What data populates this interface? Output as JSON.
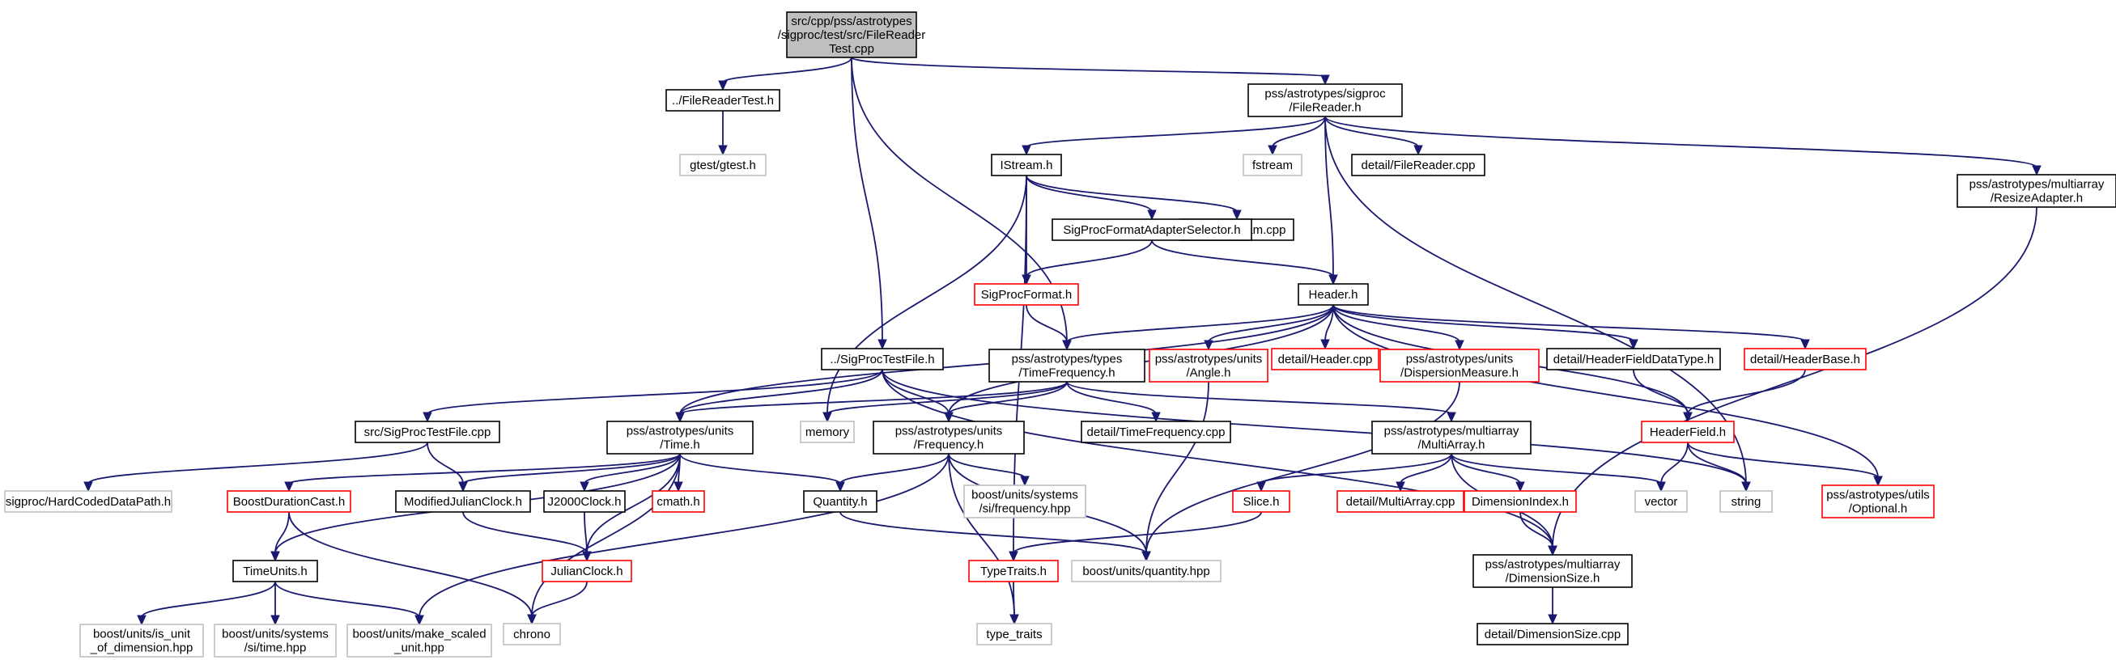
{
  "graph": {
    "type": "include-dependency-graph",
    "colors": {
      "edge": "#191970",
      "focus_fill": "#bfbfbf",
      "focus_border": "#000000",
      "documented_border": "#000000",
      "truncated_border": "#ff0000",
      "external_border": "#bfbfbf",
      "node_fill": "#ffffff"
    },
    "nodes": [
      {
        "id": "root",
        "lines": [
          "src/cpp/pss/astrotypes",
          "/sigproc/test/src/FileReader",
          "Test.cpp"
        ],
        "style": "focus"
      },
      {
        "id": "frtest_h",
        "lines": [
          "../FileReaderTest.h"
        ],
        "style": "normal"
      },
      {
        "id": "gtest",
        "lines": [
          "gtest/gtest.h"
        ],
        "style": "external"
      },
      {
        "id": "filereader_h",
        "lines": [
          "pss/astrotypes/sigproc",
          "/FileReader.h"
        ],
        "style": "normal"
      },
      {
        "id": "fstream",
        "lines": [
          "fstream"
        ],
        "style": "external"
      },
      {
        "id": "fr_cpp",
        "lines": [
          "detail/FileReader.cpp"
        ],
        "style": "normal"
      },
      {
        "id": "resize",
        "lines": [
          "pss/astrotypes/multiarray",
          "/ResizeAdapter.h"
        ],
        "style": "normal"
      },
      {
        "id": "istream",
        "lines": [
          "IStream.h"
        ],
        "style": "normal"
      },
      {
        "id": "istream_cpp",
        "lines": [
          "detail/IStream.cpp"
        ],
        "style": "normal"
      },
      {
        "id": "spfas",
        "lines": [
          "SigProcFormatAdapterSelector.h"
        ],
        "style": "normal"
      },
      {
        "id": "spformat",
        "lines": [
          "SigProcFormat.h"
        ],
        "style": "truncated"
      },
      {
        "id": "header_h",
        "lines": [
          "Header.h"
        ],
        "style": "normal"
      },
      {
        "id": "sptestfile_h",
        "lines": [
          "../SigProcTestFile.h"
        ],
        "style": "normal"
      },
      {
        "id": "timefreq_h",
        "lines": [
          "pss/astrotypes/types",
          "/TimeFrequency.h"
        ],
        "style": "normal"
      },
      {
        "id": "angle",
        "lines": [
          "pss/astrotypes/units",
          "/Angle.h"
        ],
        "style": "truncated"
      },
      {
        "id": "header_cpp",
        "lines": [
          "detail/Header.cpp"
        ],
        "style": "truncated"
      },
      {
        "id": "dm",
        "lines": [
          "pss/astrotypes/units",
          "/DispersionMeasure.h"
        ],
        "style": "truncated"
      },
      {
        "id": "hfdt",
        "lines": [
          "detail/HeaderFieldDataType.h"
        ],
        "style": "normal"
      },
      {
        "id": "hbase",
        "lines": [
          "detail/HeaderBase.h"
        ],
        "style": "truncated"
      },
      {
        "id": "sptestfile_cpp",
        "lines": [
          "src/SigProcTestFile.cpp"
        ],
        "style": "normal"
      },
      {
        "id": "time_h",
        "lines": [
          "pss/astrotypes/units",
          "/Time.h"
        ],
        "style": "normal"
      },
      {
        "id": "memory",
        "lines": [
          "memory"
        ],
        "style": "external"
      },
      {
        "id": "freq_h",
        "lines": [
          "pss/astrotypes/units",
          "/Frequency.h"
        ],
        "style": "normal"
      },
      {
        "id": "tf_cpp",
        "lines": [
          "detail/TimeFrequency.cpp"
        ],
        "style": "normal"
      },
      {
        "id": "multiarray",
        "lines": [
          "pss/astrotypes/multiarray",
          "/MultiArray.h"
        ],
        "style": "normal"
      },
      {
        "id": "hfield",
        "lines": [
          "HeaderField.h"
        ],
        "style": "truncated"
      },
      {
        "id": "hcdp",
        "lines": [
          "sigproc/HardCodedDataPath.h"
        ],
        "style": "external"
      },
      {
        "id": "bdc",
        "lines": [
          "BoostDurationCast.h"
        ],
        "style": "truncated"
      },
      {
        "id": "mjc",
        "lines": [
          "ModifiedJulianClock.h"
        ],
        "style": "normal"
      },
      {
        "id": "j2000",
        "lines": [
          "J2000Clock.h"
        ],
        "style": "normal"
      },
      {
        "id": "cmath",
        "lines": [
          "cmath.h"
        ],
        "style": "truncated"
      },
      {
        "id": "quantity_h",
        "lines": [
          "Quantity.h"
        ],
        "style": "normal"
      },
      {
        "id": "bu_freq",
        "lines": [
          "boost/units/systems",
          "/si/frequency.hpp"
        ],
        "style": "external"
      },
      {
        "id": "slice",
        "lines": [
          "Slice.h"
        ],
        "style": "truncated"
      },
      {
        "id": "ma_cpp",
        "lines": [
          "detail/MultiArray.cpp"
        ],
        "style": "truncated"
      },
      {
        "id": "dimidx",
        "lines": [
          "DimensionIndex.h"
        ],
        "style": "truncated"
      },
      {
        "id": "vector",
        "lines": [
          "vector"
        ],
        "style": "external"
      },
      {
        "id": "string",
        "lines": [
          "string"
        ],
        "style": "external"
      },
      {
        "id": "optional",
        "lines": [
          "pss/astrotypes/utils",
          "/Optional.h"
        ],
        "style": "truncated"
      },
      {
        "id": "timeunits",
        "lines": [
          "TimeUnits.h"
        ],
        "style": "normal"
      },
      {
        "id": "julian",
        "lines": [
          "JulianClock.h"
        ],
        "style": "truncated"
      },
      {
        "id": "typetraits_h",
        "lines": [
          "TypeTraits.h"
        ],
        "style": "truncated"
      },
      {
        "id": "bu_quantity",
        "lines": [
          "boost/units/quantity.hpp"
        ],
        "style": "external"
      },
      {
        "id": "dimsize_h",
        "lines": [
          "pss/astrotypes/multiarray",
          "/DimensionSize.h"
        ],
        "style": "normal"
      },
      {
        "id": "bu_isunit",
        "lines": [
          "boost/units/is_unit",
          "_of_dimension.hpp"
        ],
        "style": "external"
      },
      {
        "id": "bu_time",
        "lines": [
          "boost/units/systems",
          "/si/time.hpp"
        ],
        "style": "external"
      },
      {
        "id": "bu_msu",
        "lines": [
          "boost/units/make_scaled",
          "_unit.hpp"
        ],
        "style": "external"
      },
      {
        "id": "chrono",
        "lines": [
          "chrono"
        ],
        "style": "external"
      },
      {
        "id": "type_traits",
        "lines": [
          "type_traits"
        ],
        "style": "external"
      },
      {
        "id": "dimsize_cpp",
        "lines": [
          "detail/DimensionSize.cpp"
        ],
        "style": "normal"
      }
    ],
    "edges": [
      [
        "root",
        "frtest_h"
      ],
      [
        "root",
        "filereader_h"
      ],
      [
        "root",
        "sptestfile_h"
      ],
      [
        "root",
        "timefreq_h"
      ],
      [
        "frtest_h",
        "gtest"
      ],
      [
        "filereader_h",
        "istream"
      ],
      [
        "filereader_h",
        "fstream"
      ],
      [
        "filereader_h",
        "fr_cpp"
      ],
      [
        "filereader_h",
        "header_h"
      ],
      [
        "filereader_h",
        "resize"
      ],
      [
        "filereader_h",
        "string"
      ],
      [
        "resize",
        "dimsize_h"
      ],
      [
        "istream",
        "istream_cpp"
      ],
      [
        "istream",
        "spfas"
      ],
      [
        "istream",
        "spformat"
      ],
      [
        "istream",
        "memory"
      ],
      [
        "istream",
        "typetraits_h"
      ],
      [
        "spfas",
        "spformat"
      ],
      [
        "spfas",
        "header_h"
      ],
      [
        "spformat",
        "timefreq_h"
      ],
      [
        "header_h",
        "timefreq_h"
      ],
      [
        "header_h",
        "angle"
      ],
      [
        "header_h",
        "header_cpp"
      ],
      [
        "header_h",
        "dm"
      ],
      [
        "header_h",
        "hfdt"
      ],
      [
        "header_h",
        "hbase"
      ],
      [
        "header_h",
        "hfield"
      ],
      [
        "header_h",
        "optional"
      ],
      [
        "header_h",
        "time_h"
      ],
      [
        "header_h",
        "freq_h"
      ],
      [
        "hfdt",
        "hfield"
      ],
      [
        "hbase",
        "hfield"
      ],
      [
        "angle",
        "bu_quantity"
      ],
      [
        "dm",
        "bu_quantity"
      ],
      [
        "sptestfile_h",
        "sptestfile_cpp"
      ],
      [
        "sptestfile_h",
        "time_h"
      ],
      [
        "sptestfile_h",
        "freq_h"
      ],
      [
        "sptestfile_h",
        "string"
      ],
      [
        "sptestfile_h",
        "dimsize_h"
      ],
      [
        "sptestfile_cpp",
        "hcdp"
      ],
      [
        "sptestfile_cpp",
        "mjc"
      ],
      [
        "timefreq_h",
        "time_h"
      ],
      [
        "timefreq_h",
        "memory"
      ],
      [
        "timefreq_h",
        "freq_h"
      ],
      [
        "timefreq_h",
        "tf_cpp"
      ],
      [
        "timefreq_h",
        "multiarray"
      ],
      [
        "time_h",
        "bdc"
      ],
      [
        "time_h",
        "mjc"
      ],
      [
        "time_h",
        "j2000"
      ],
      [
        "time_h",
        "cmath"
      ],
      [
        "time_h",
        "quantity_h"
      ],
      [
        "time_h",
        "timeunits"
      ],
      [
        "time_h",
        "julian"
      ],
      [
        "time_h",
        "chrono"
      ],
      [
        "freq_h",
        "quantity_h"
      ],
      [
        "freq_h",
        "bu_freq"
      ],
      [
        "freq_h",
        "bu_quantity"
      ],
      [
        "freq_h",
        "type_traits"
      ],
      [
        "freq_h",
        "bu_msu"
      ],
      [
        "multiarray",
        "slice"
      ],
      [
        "multiarray",
        "ma_cpp"
      ],
      [
        "multiarray",
        "dimidx"
      ],
      [
        "multiarray",
        "vector"
      ],
      [
        "multiarray",
        "dimsize_h"
      ],
      [
        "hfield",
        "vector"
      ],
      [
        "hfield",
        "string"
      ],
      [
        "hfield",
        "optional"
      ],
      [
        "bdc",
        "timeunits"
      ],
      [
        "bdc",
        "chrono"
      ],
      [
        "mjc",
        "julian"
      ],
      [
        "j2000",
        "julian"
      ],
      [
        "julian",
        "chrono"
      ],
      [
        "quantity_h",
        "bu_quantity"
      ],
      [
        "slice",
        "typetraits_h"
      ],
      [
        "dimidx",
        "dimsize_h"
      ],
      [
        "timeunits",
        "bu_isunit"
      ],
      [
        "timeunits",
        "bu_time"
      ],
      [
        "timeunits",
        "bu_msu"
      ],
      [
        "typetraits_h",
        "type_traits"
      ],
      [
        "dimsize_h",
        "dimsize_cpp"
      ]
    ]
  }
}
